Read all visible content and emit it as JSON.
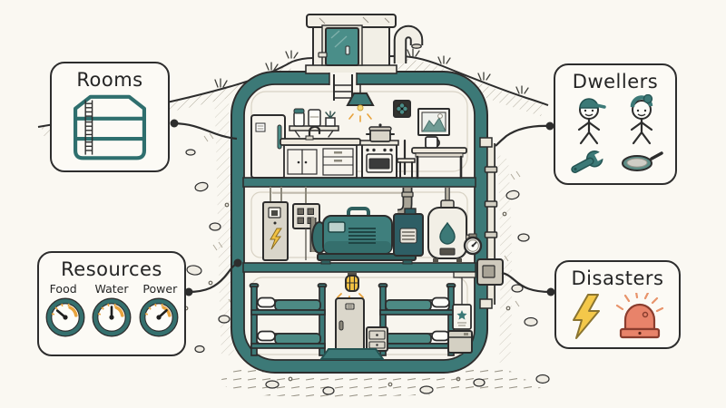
{
  "palette": {
    "background": "#faf8f2",
    "ink": "#2d2d2d",
    "teal": "#3c7977",
    "teal_dark": "#245352",
    "cream": "#f2efe6",
    "orange": "#e8a33d",
    "yellow": "#f2c244",
    "salmon": "#e8836a"
  },
  "callouts": {
    "rooms": {
      "label": "Rooms",
      "icon": "bunker-levels-icon"
    },
    "dwellers": {
      "label": "Dwellers",
      "icons": [
        "dweller-male-icon",
        "dweller-female-icon",
        "wrench-icon",
        "frying-pan-icon"
      ]
    },
    "resources": {
      "label": "Resources",
      "gauges": [
        {
          "label": "Food",
          "needle_position": "upper-left"
        },
        {
          "label": "Water",
          "needle_position": "up"
        },
        {
          "label": "Power",
          "needle_position": "upper-right"
        }
      ]
    },
    "disasters": {
      "label": "Disasters",
      "icons": [
        "lightning-bolt-icon",
        "alarm-siren-icon"
      ]
    }
  },
  "illustration": {
    "above_ground": [
      "entrance-hut",
      "teal-door",
      "entry-ladder",
      "vent-pipe",
      "grassy-mound"
    ],
    "floors": [
      {
        "name": "kitchen",
        "items": [
          "fridge",
          "wall-shelf",
          "jars",
          "plant",
          "pendant-lamp",
          "sink-faucet",
          "counter-cabinets",
          "stove",
          "cooking-pot",
          "vent-fan",
          "picture-frame",
          "chair",
          "table",
          "mug"
        ]
      },
      {
        "name": "machinery",
        "items": [
          "electrical-panel",
          "breaker-box",
          "generator",
          "water-tank",
          "pressure-gauge",
          "pipes"
        ]
      },
      {
        "name": "dormitory",
        "items": [
          "bunk-bed-left",
          "bunk-bed-right",
          "locker",
          "nightstand",
          "star-poster",
          "crate",
          "rug",
          "cage-lamp"
        ]
      }
    ],
    "exterior": [
      "standpipe",
      "junction-box",
      "pebbles"
    ]
  }
}
